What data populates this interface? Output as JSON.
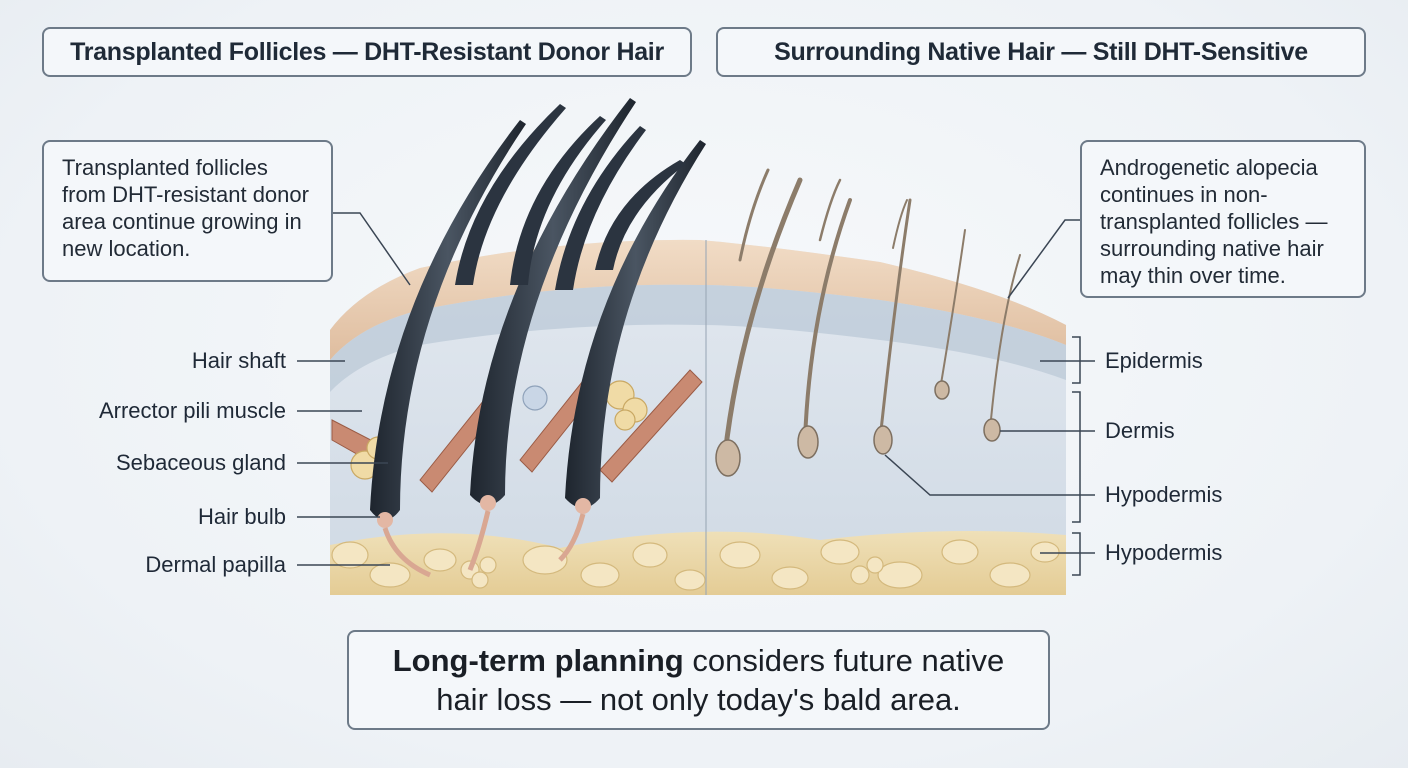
{
  "headers": {
    "left": "Transplanted Follicles — DHT-Resistant Donor Hair",
    "right": "Surrounding Native Hair — Still DHT-Sensitive"
  },
  "notes": {
    "left": "Transplanted follicles from DHT-resistant donor area continue growing in new location.",
    "right": "Androgenetic alopecia continues in non-transplanted follicles — surrounding native hair may thin over time."
  },
  "left_labels": [
    "Hair shaft",
    "Arrector pili muscle",
    "Sebaceous gland",
    "Hair bulb",
    "Dermal papilla"
  ],
  "right_labels": [
    "Epidermis",
    "Dermis",
    "Hypodermis",
    "Hypodermis"
  ],
  "footer": {
    "emphasis": "Long-term planning",
    "line1_rest": " considers future native",
    "line2": "hair loss — not only today's bald area."
  },
  "colors": {
    "box_border": "#6d7a88",
    "box_fill": "#f4f7fa",
    "epidermis": "#e9cdb4",
    "dermis": "#d9e2ec",
    "fat": "#efdcae",
    "transplanted_hair": "#2b3440",
    "native_hair": "#9a8a78",
    "muscle": "#c98a72"
  }
}
